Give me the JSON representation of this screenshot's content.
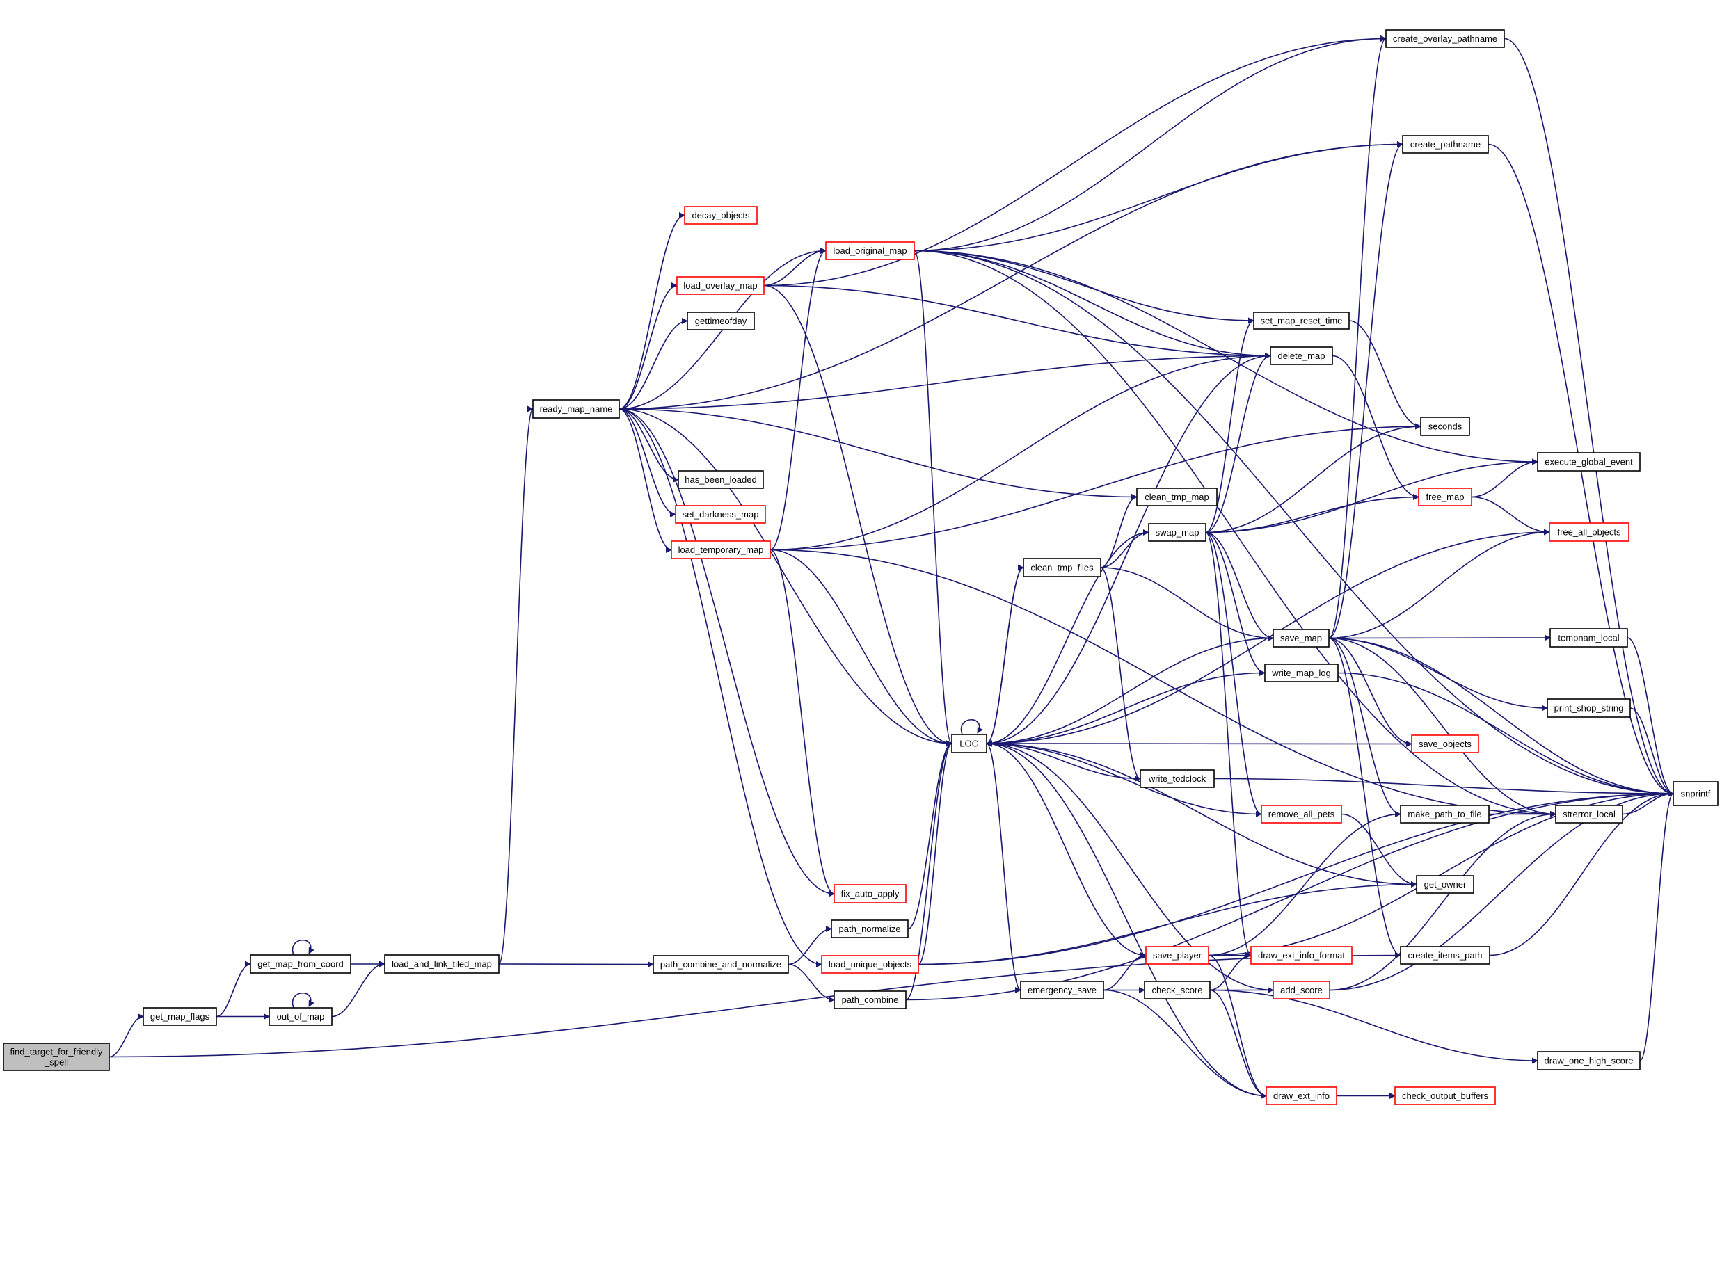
{
  "diagram": {
    "type": "call-graph",
    "root": "find_target_for_friendly_spell",
    "root_label_lines": [
      "find_target_for_friendly",
      "_spell"
    ],
    "colors": {
      "edge": "#191970",
      "root_fill": "#bfbfbf",
      "node_border": "#000000",
      "node_border_truncated": "#ff0000"
    },
    "nodes": [
      {
        "id": "find_target_for_friendly_spell",
        "label": "find_target_for_friendly_spell",
        "truncated": false,
        "root": true
      },
      {
        "id": "get_map_flags",
        "label": "get_map_flags",
        "truncated": false
      },
      {
        "id": "get_map_from_coord",
        "label": "get_map_from_coord",
        "truncated": false
      },
      {
        "id": "out_of_map",
        "label": "out_of_map",
        "truncated": false
      },
      {
        "id": "load_and_link_tiled_map",
        "label": "load_and_link_tiled_map",
        "truncated": false
      },
      {
        "id": "ready_map_name",
        "label": "ready_map_name",
        "truncated": false
      },
      {
        "id": "path_combine_and_normalize",
        "label": "path_combine_and_normalize",
        "truncated": false
      },
      {
        "id": "decay_objects",
        "label": "decay_objects",
        "truncated": true
      },
      {
        "id": "load_original_map",
        "label": "load_original_map",
        "truncated": true
      },
      {
        "id": "load_overlay_map",
        "label": "load_overlay_map",
        "truncated": true
      },
      {
        "id": "gettimeofday",
        "label": "gettimeofday",
        "truncated": false
      },
      {
        "id": "has_been_loaded",
        "label": "has_been_loaded",
        "truncated": false
      },
      {
        "id": "set_darkness_map",
        "label": "set_darkness_map",
        "truncated": true
      },
      {
        "id": "load_temporary_map",
        "label": "load_temporary_map",
        "truncated": true
      },
      {
        "id": "fix_auto_apply",
        "label": "fix_auto_apply",
        "truncated": true
      },
      {
        "id": "path_normalize",
        "label": "path_normalize",
        "truncated": false
      },
      {
        "id": "load_unique_objects",
        "label": "load_unique_objects",
        "truncated": true
      },
      {
        "id": "path_combine",
        "label": "path_combine",
        "truncated": false
      },
      {
        "id": "LOG",
        "label": "LOG",
        "truncated": false
      },
      {
        "id": "set_map_reset_time",
        "label": "set_map_reset_time",
        "truncated": false
      },
      {
        "id": "delete_map",
        "label": "delete_map",
        "truncated": false
      },
      {
        "id": "clean_tmp_map",
        "label": "clean_tmp_map",
        "truncated": false
      },
      {
        "id": "swap_map",
        "label": "swap_map",
        "truncated": false
      },
      {
        "id": "clean_tmp_files",
        "label": "clean_tmp_files",
        "truncated": false
      },
      {
        "id": "save_map",
        "label": "save_map",
        "truncated": false
      },
      {
        "id": "write_map_log",
        "label": "write_map_log",
        "truncated": false
      },
      {
        "id": "write_todclock",
        "label": "write_todclock",
        "truncated": false
      },
      {
        "id": "remove_all_pets",
        "label": "remove_all_pets",
        "truncated": true
      },
      {
        "id": "emergency_save",
        "label": "emergency_save",
        "truncated": false
      },
      {
        "id": "save_player",
        "label": "save_player",
        "truncated": true
      },
      {
        "id": "check_score",
        "label": "check_score",
        "truncated": false
      },
      {
        "id": "draw_ext_info_format",
        "label": "draw_ext_info_format",
        "truncated": true
      },
      {
        "id": "add_score",
        "label": "add_score",
        "truncated": true
      },
      {
        "id": "draw_ext_info",
        "label": "draw_ext_info",
        "truncated": true
      },
      {
        "id": "create_overlay_pathname",
        "label": "create_overlay_pathname",
        "truncated": false
      },
      {
        "id": "create_pathname",
        "label": "create_pathname",
        "truncated": false
      },
      {
        "id": "seconds",
        "label": "seconds",
        "truncated": false
      },
      {
        "id": "execute_global_event",
        "label": "execute_global_event",
        "truncated": false
      },
      {
        "id": "free_map",
        "label": "free_map",
        "truncated": true
      },
      {
        "id": "free_all_objects",
        "label": "free_all_objects",
        "truncated": true
      },
      {
        "id": "tempnam_local",
        "label": "tempnam_local",
        "truncated": false
      },
      {
        "id": "print_shop_string",
        "label": "print_shop_string",
        "truncated": false
      },
      {
        "id": "save_objects",
        "label": "save_objects",
        "truncated": true
      },
      {
        "id": "make_path_to_file",
        "label": "make_path_to_file",
        "truncated": false
      },
      {
        "id": "strerror_local",
        "label": "strerror_local",
        "truncated": false
      },
      {
        "id": "snprintf",
        "label": "snprintf",
        "truncated": false
      },
      {
        "id": "get_owner",
        "label": "get_owner",
        "truncated": false
      },
      {
        "id": "create_items_path",
        "label": "create_items_path",
        "truncated": false
      },
      {
        "id": "draw_one_high_score",
        "label": "draw_one_high_score",
        "truncated": false
      },
      {
        "id": "check_output_buffers",
        "label": "check_output_buffers",
        "truncated": true
      }
    ],
    "edges": [
      [
        "find_target_for_friendly_spell",
        "get_map_flags"
      ],
      [
        "find_target_for_friendly_spell",
        "create_items_path"
      ],
      [
        "get_map_flags",
        "get_map_from_coord"
      ],
      [
        "get_map_flags",
        "out_of_map"
      ],
      [
        "get_map_from_coord",
        "get_map_from_coord"
      ],
      [
        "get_map_from_coord",
        "load_and_link_tiled_map"
      ],
      [
        "out_of_map",
        "out_of_map"
      ],
      [
        "out_of_map",
        "load_and_link_tiled_map"
      ],
      [
        "load_and_link_tiled_map",
        "ready_map_name"
      ],
      [
        "load_and_link_tiled_map",
        "path_combine_and_normalize"
      ],
      [
        "ready_map_name",
        "decay_objects"
      ],
      [
        "ready_map_name",
        "load_original_map"
      ],
      [
        "ready_map_name",
        "load_overlay_map"
      ],
      [
        "ready_map_name",
        "gettimeofday"
      ],
      [
        "ready_map_name",
        "has_been_loaded"
      ],
      [
        "ready_map_name",
        "set_darkness_map"
      ],
      [
        "ready_map_name",
        "load_temporary_map"
      ],
      [
        "ready_map_name",
        "fix_auto_apply"
      ],
      [
        "ready_map_name",
        "load_unique_objects"
      ],
      [
        "ready_map_name",
        "LOG"
      ],
      [
        "ready_map_name",
        "delete_map"
      ],
      [
        "ready_map_name",
        "clean_tmp_map"
      ],
      [
        "ready_map_name",
        "create_pathname"
      ],
      [
        "path_combine_and_normalize",
        "path_normalize"
      ],
      [
        "path_combine_and_normalize",
        "path_combine"
      ],
      [
        "load_overlay_map",
        "load_original_map"
      ],
      [
        "load_overlay_map",
        "create_overlay_pathname"
      ],
      [
        "load_overlay_map",
        "delete_map"
      ],
      [
        "load_overlay_map",
        "LOG"
      ],
      [
        "load_original_map",
        "create_overlay_pathname"
      ],
      [
        "load_original_map",
        "create_pathname"
      ],
      [
        "load_original_map",
        "snprintf"
      ],
      [
        "load_original_map",
        "execute_global_event"
      ],
      [
        "load_original_map",
        "strerror_local"
      ],
      [
        "load_original_map",
        "set_map_reset_time"
      ],
      [
        "load_original_map",
        "delete_map"
      ],
      [
        "load_original_map",
        "LOG"
      ],
      [
        "load_temporary_map",
        "load_original_map"
      ],
      [
        "load_temporary_map",
        "delete_map"
      ],
      [
        "load_temporary_map",
        "seconds"
      ],
      [
        "load_temporary_map",
        "fix_auto_apply"
      ],
      [
        "load_temporary_map",
        "LOG"
      ],
      [
        "load_temporary_map",
        "strerror_local"
      ],
      [
        "load_unique_objects",
        "LOG"
      ],
      [
        "load_unique_objects",
        "get_owner"
      ],
      [
        "load_unique_objects",
        "snprintf"
      ],
      [
        "path_normalize",
        "LOG"
      ],
      [
        "path_combine",
        "LOG"
      ],
      [
        "path_combine",
        "snprintf"
      ],
      [
        "LOG",
        "LOG"
      ],
      [
        "LOG",
        "clean_tmp_files"
      ],
      [
        "LOG",
        "emergency_save"
      ],
      [
        "delete_map",
        "LOG"
      ],
      [
        "delete_map",
        "free_map"
      ],
      [
        "set_map_reset_time",
        "seconds"
      ],
      [
        "clean_tmp_files",
        "clean_tmp_map"
      ],
      [
        "clean_tmp_files",
        "swap_map"
      ],
      [
        "clean_tmp_files",
        "save_map"
      ],
      [
        "clean_tmp_files",
        "write_todclock"
      ],
      [
        "clean_tmp_files",
        "LOG"
      ],
      [
        "swap_map",
        "set_map_reset_time"
      ],
      [
        "swap_map",
        "delete_map"
      ],
      [
        "swap_map",
        "seconds"
      ],
      [
        "swap_map",
        "execute_global_event"
      ],
      [
        "swap_map",
        "free_map"
      ],
      [
        "swap_map",
        "save_map"
      ],
      [
        "swap_map",
        "write_map_log"
      ],
      [
        "swap_map",
        "remove_all_pets"
      ],
      [
        "swap_map",
        "draw_ext_info_format"
      ],
      [
        "swap_map",
        "LOG"
      ],
      [
        "save_map",
        "create_overlay_pathname"
      ],
      [
        "save_map",
        "create_pathname"
      ],
      [
        "save_map",
        "free_all_objects"
      ],
      [
        "save_map",
        "tempnam_local"
      ],
      [
        "save_map",
        "print_shop_string"
      ],
      [
        "save_map",
        "save_objects"
      ],
      [
        "save_map",
        "make_path_to_file"
      ],
      [
        "save_map",
        "strerror_local"
      ],
      [
        "save_map",
        "snprintf"
      ],
      [
        "save_map",
        "create_items_path"
      ],
      [
        "save_map",
        "LOG"
      ],
      [
        "free_map",
        "execute_global_event"
      ],
      [
        "free_map",
        "free_all_objects"
      ],
      [
        "free_all_objects",
        "LOG"
      ],
      [
        "write_map_log",
        "LOG"
      ],
      [
        "write_map_log",
        "snprintf"
      ],
      [
        "write_todclock",
        "LOG"
      ],
      [
        "write_todclock",
        "snprintf"
      ],
      [
        "remove_all_pets",
        "LOG"
      ],
      [
        "remove_all_pets",
        "get_owner"
      ],
      [
        "save_objects",
        "LOG"
      ],
      [
        "make_path_to_file",
        "strerror_local"
      ],
      [
        "strerror_local",
        "snprintf"
      ],
      [
        "tempnam_local",
        "snprintf"
      ],
      [
        "print_shop_string",
        "snprintf"
      ],
      [
        "create_items_path",
        "snprintf"
      ],
      [
        "create_pathname",
        "snprintf"
      ],
      [
        "create_overlay_pathname",
        "snprintf"
      ],
      [
        "get_owner",
        "LOG"
      ],
      [
        "emergency_save",
        "save_player"
      ],
      [
        "emergency_save",
        "check_score"
      ],
      [
        "emergency_save",
        "draw_ext_info"
      ],
      [
        "save_player",
        "draw_ext_info_format"
      ],
      [
        "save_player",
        "make_path_to_file"
      ],
      [
        "save_player",
        "draw_ext_info"
      ],
      [
        "save_player",
        "snprintf"
      ],
      [
        "save_player",
        "LOG"
      ],
      [
        "check_score",
        "add_score"
      ],
      [
        "check_score",
        "draw_ext_info_format"
      ],
      [
        "check_score",
        "draw_ext_info"
      ],
      [
        "check_score",
        "draw_one_high_score"
      ],
      [
        "add_score",
        "strerror_local"
      ],
      [
        "add_score",
        "snprintf"
      ],
      [
        "add_score",
        "LOG"
      ],
      [
        "draw_ext_info",
        "check_output_buffers"
      ],
      [
        "draw_ext_info",
        "LOG"
      ],
      [
        "draw_one_high_score",
        "snprintf"
      ]
    ]
  }
}
